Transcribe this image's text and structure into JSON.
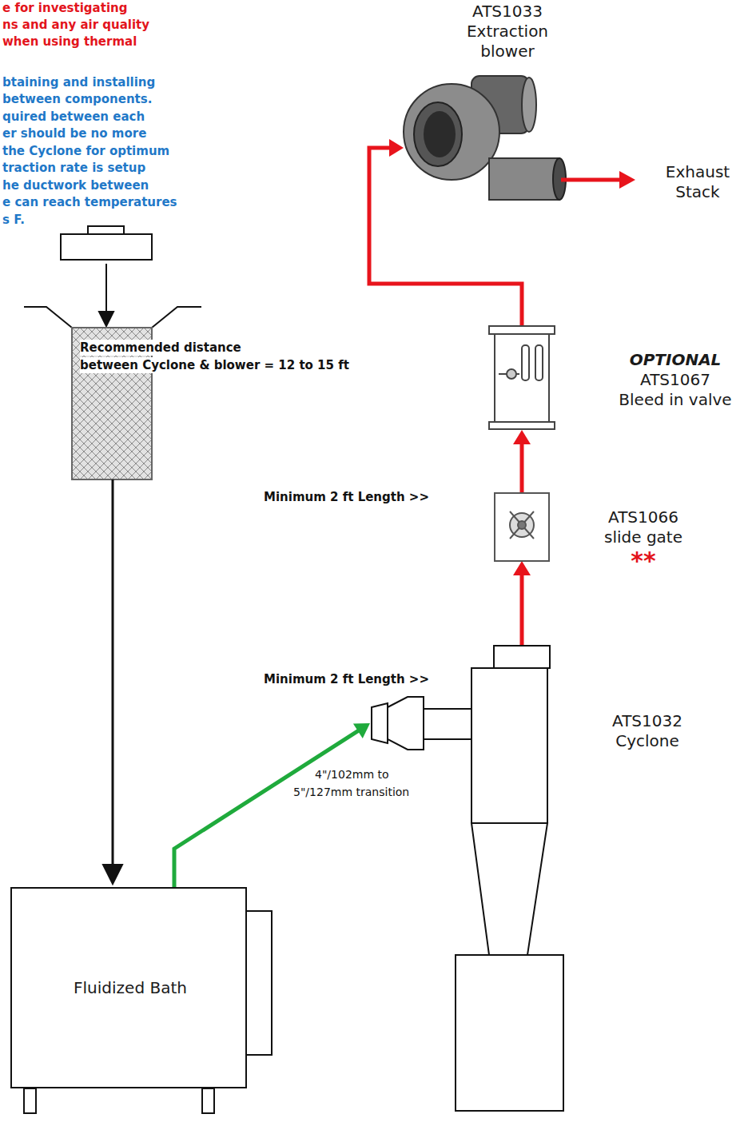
{
  "diagram": {
    "nodes": [
      {
        "text": [
          "ATS1033",
          "Extraction blower"
        ]
      },
      {
        "text": [
          "OPTIONAL",
          "ATS1067",
          "Bleed in valve"
        ]
      },
      {
        "text": [
          "ATS1066",
          "slide gate",
          "**"
        ]
      },
      {
        "text": [
          "Fluidized Bath"
        ]
      },
      {
        "text": [
          "ATS1032",
          "Cyclone"
        ]
      }
    ],
    "edges": [
      {
        "from": 4,
        "to": 2,
        "arrow": "to"
      },
      {
        "from": 2,
        "to": 1,
        "arrow": "to"
      },
      {
        "from": 1,
        "to": 0,
        "arrow": "to"
      },
      {
        "from": 3,
        "to": 4,
        "arrow": "to"
      }
    ],
    "labels": [
      "e for investigating",
      "ns and any air quality",
      "when using thermal",
      "btaining and installing",
      "between components.",
      "quired between each",
      "er should be no more",
      "the Cyclone for optimum",
      "traction rate is setup",
      "he ductwork between",
      "e can reach temperatures",
      "s F.",
      "Exhaust Stack",
      "Recommended distance",
      "between Cyclone & blower = 12 to 15 ft",
      "Minimum 2 ft Length >>",
      "Minimum 2 ft Length >>",
      "4\"/102mm to",
      "5\"/127mm transition"
    ]
  }
}
